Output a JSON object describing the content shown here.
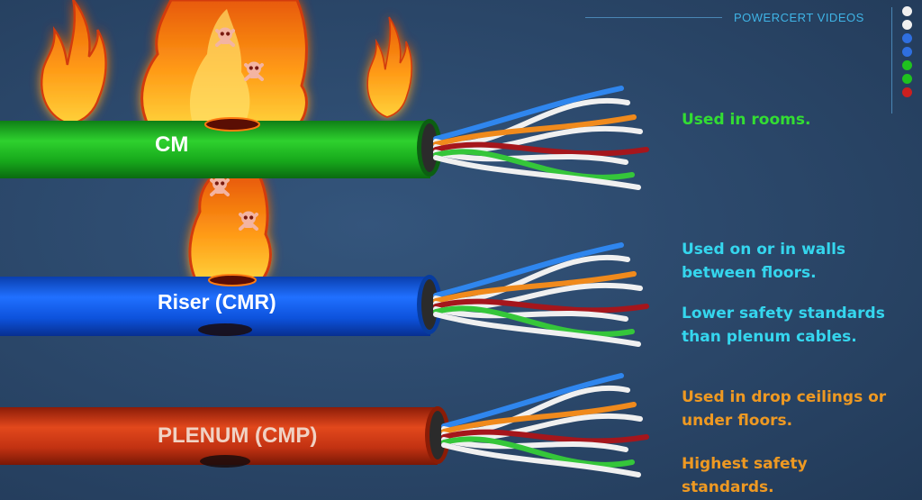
{
  "brand": {
    "name": "POWERCERT VIDEOS"
  },
  "cables": [
    {
      "id": "cm",
      "label": "CM",
      "jacket_color": "#1db31d"
    },
    {
      "id": "cmr",
      "label": "Riser (CMR)",
      "jacket_color": "#0e55e0"
    },
    {
      "id": "cmp",
      "label": "PLENUM (CMP)",
      "jacket_color": "#cc3412"
    }
  ],
  "notes": {
    "cm": [
      "Used in rooms."
    ],
    "riser": [
      "Used on or in walls\nbetween floors.",
      "Lower safety standards\nthan plenum cables."
    ],
    "plenum": [
      "Used in drop ceilings or\nunder floors.",
      "Highest safety\nstandards."
    ]
  },
  "colors": {
    "background": "#2a4668",
    "accent": "#3fb4e6",
    "note_green": "#33dd33",
    "note_cyan": "#35d6ee",
    "note_orange": "#ee9922",
    "fire": "#ff8a10",
    "skull": "#f3b4a2"
  },
  "wire_colors": [
    "#2f86ee",
    "#f0f0f0",
    "#f08a1c",
    "#f0f0f0",
    "#a5161c",
    "#f0f0f0",
    "#35c63a",
    "#f0f0f0"
  ],
  "indicator_dots": [
    "#f0f0f0",
    "#f0f0f0",
    "#2f6fe0",
    "#2f6fe0",
    "#1fc21f",
    "#1fc21f",
    "#cc1f1f"
  ],
  "icons": [
    "fire-icon",
    "skull-crossbones-icon"
  ]
}
